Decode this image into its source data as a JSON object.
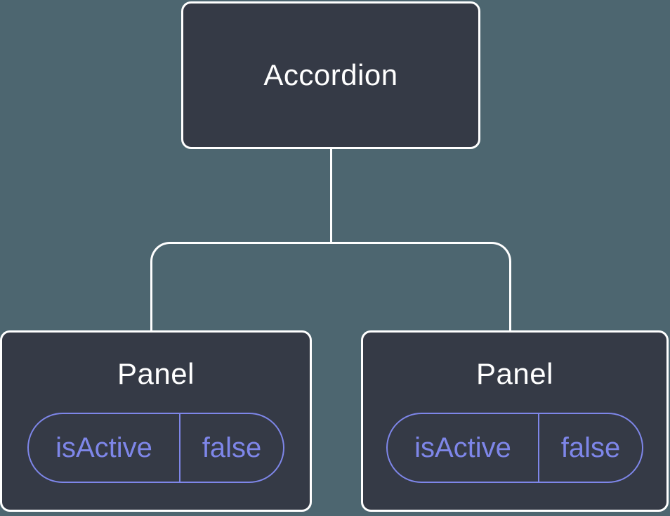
{
  "diagram": {
    "type": "component-tree",
    "root": {
      "label": "Accordion"
    },
    "children": [
      {
        "label": "Panel",
        "state": {
          "key": "isActive",
          "value": "false"
        }
      },
      {
        "label": "Panel",
        "state": {
          "key": "isActive",
          "value": "false"
        }
      }
    ]
  },
  "colors": {
    "background": "#4d6670",
    "node_fill": "#353a46",
    "node_border": "#ffffff",
    "node_text": "#ffffff",
    "state_accent": "#7e86e9",
    "connector": "#ffffff"
  }
}
